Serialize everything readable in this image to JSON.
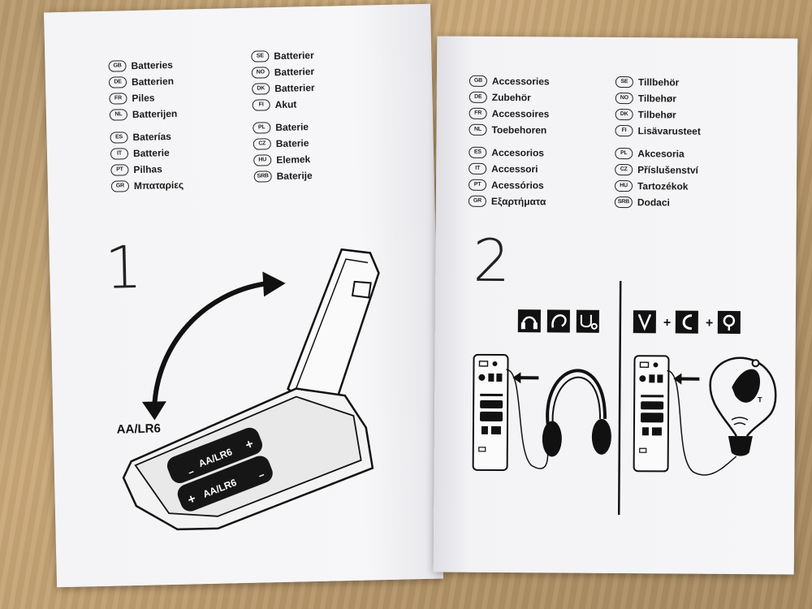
{
  "left_page": {
    "step_number": "1",
    "battery_label": "AA/LR6",
    "battery_print": "AA/LR6",
    "col1": [
      {
        "code": "GB",
        "text": "Batteries"
      },
      {
        "code": "DE",
        "text": "Batterien"
      },
      {
        "code": "FR",
        "text": "Piles"
      },
      {
        "code": "NL",
        "text": "Batterijen"
      },
      {
        "code": "ES",
        "text": "Baterías"
      },
      {
        "code": "IT",
        "text": "Batterie"
      },
      {
        "code": "PT",
        "text": "Pilhas"
      },
      {
        "code": "GR",
        "text": "Μπαταρίες"
      }
    ],
    "col2": [
      {
        "code": "SE",
        "text": "Batterier"
      },
      {
        "code": "NO",
        "text": "Batterier"
      },
      {
        "code": "DK",
        "text": "Batterier"
      },
      {
        "code": "FI",
        "text": "Akut"
      },
      {
        "code": "PL",
        "text": "Baterie"
      },
      {
        "code": "CZ",
        "text": "Baterie"
      },
      {
        "code": "HU",
        "text": "Elemek"
      },
      {
        "code": "SRB",
        "text": "Baterije"
      }
    ]
  },
  "right_page": {
    "step_number": "2",
    "col1": [
      {
        "code": "GB",
        "text": "Accessories"
      },
      {
        "code": "DE",
        "text": "Zubehör"
      },
      {
        "code": "FR",
        "text": "Accessoires"
      },
      {
        "code": "NL",
        "text": "Toebehoren"
      },
      {
        "code": "ES",
        "text": "Accesorios"
      },
      {
        "code": "IT",
        "text": "Accessori"
      },
      {
        "code": "PT",
        "text": "Acessórios"
      },
      {
        "code": "GR",
        "text": "Εξαρτήματα"
      }
    ],
    "col2": [
      {
        "code": "SE",
        "text": "Tillbehör"
      },
      {
        "code": "NO",
        "text": "Tilbehør"
      },
      {
        "code": "DK",
        "text": "Tilbehør"
      },
      {
        "code": "FI",
        "text": "Lisävarusteet"
      },
      {
        "code": "PL",
        "text": "Akcesoria"
      },
      {
        "code": "CZ",
        "text": "Příslušenství"
      },
      {
        "code": "HU",
        "text": "Tartozékok"
      },
      {
        "code": "SRB",
        "text": "Dodaci"
      }
    ],
    "accessory_icons_left": [
      "headphones-icon",
      "ear-icon",
      "stethoscope-icon"
    ],
    "accessory_icons_right": [
      "neckloop-icon",
      "hearing-aid-icon",
      "telecoil-icon"
    ],
    "plus_sign": "+",
    "telecoil_label": "T"
  }
}
